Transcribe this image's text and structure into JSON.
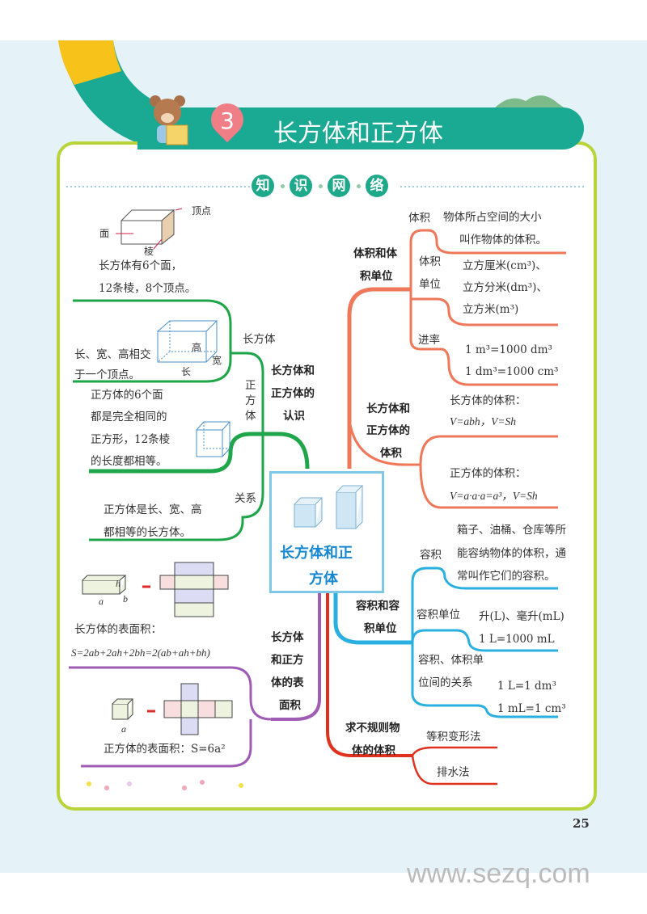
{
  "header": {
    "chapter_number": "3",
    "title": "长方体和正方体"
  },
  "section": {
    "chars": [
      "知",
      "识",
      "网",
      "络"
    ]
  },
  "center": {
    "line1": "长方体和正",
    "line2": "方体"
  },
  "colors": {
    "green": "#1fa64a",
    "orange": "#f0785a",
    "blue": "#2ab0e0",
    "purple": "#a05cb5",
    "red": "#e0301e",
    "teal": "#1aa993",
    "frame": "#b8d43a"
  },
  "recognition": {
    "title": [
      "长方体和",
      "正方体的",
      "认识"
    ],
    "cuboid_label": "长方体",
    "cube_label": [
      "正",
      "方",
      "体"
    ],
    "relation_label": "关系",
    "fig_labels": {
      "vertex": "顶点",
      "face": "面",
      "edge": "棱",
      "length": "长",
      "width": "宽",
      "height": "高"
    },
    "cuboid_facts": [
      "长方体有6个面，",
      "12条棱，8个顶点。"
    ],
    "cuboid_dims": [
      "长、宽、高相交",
      "于一个顶点。"
    ],
    "cube_facts": [
      "正方体的6个面",
      "都是完全相同的",
      "正方形，12条棱",
      "的长度都相等。"
    ],
    "relation": [
      "正方体是长、宽、高",
      "都相等的长方体。"
    ]
  },
  "surface": {
    "title": [
      "长方体",
      "和正方",
      "体的表",
      "面积"
    ],
    "cuboid_vars": {
      "a": "a",
      "b": "b",
      "h": "h"
    },
    "cuboid_label": "长方体的表面积：",
    "cuboid_formula": "S=2ab+2ah+2bh=2(ab+ah+bh)",
    "cube_var": "a",
    "cube_formula": "正方体的表面积：S=6a²"
  },
  "volume_units": {
    "title": [
      "体积和体",
      "积单位"
    ],
    "volume_label": "体积",
    "volume_def": [
      "物体所占空间的大小",
      "叫作物体的体积。"
    ],
    "unit_label": [
      "体积",
      "单位"
    ],
    "units": [
      "立方厘米(cm³)、",
      "立方分米(dm³)、",
      "立方米(m³)"
    ],
    "rate_label": "进率",
    "rates": [
      "1 m³=1000 dm³",
      "1 dm³=1000 cm³"
    ]
  },
  "volume": {
    "title": [
      "长方体和",
      "正方体的",
      "体积"
    ],
    "cuboid": [
      "长方体的体积：",
      "V=abh，V=Sh"
    ],
    "cube": [
      "正方体的体积：",
      "V=a·a·a=a³，V=Sh"
    ]
  },
  "capacity": {
    "title": [
      "容积和容",
      "积单位"
    ],
    "cap_label": "容积",
    "cap_def": [
      "箱子、油桶、仓库等所",
      "能容纳物体的体积，通",
      "常叫作它们的容积。"
    ],
    "unit_label": "容积单位",
    "units": [
      "升(L)、毫升(mL)",
      "1 L=1000 mL"
    ],
    "rel_label": [
      "容积、体积单",
      "位间的关系"
    ],
    "rel": [
      "1 L=1 dm³",
      "1 mL=1 cm³"
    ]
  },
  "irregular": {
    "title": [
      "求不规则物",
      "体的体积"
    ],
    "methods": [
      "等积变形法",
      "排水法"
    ]
  },
  "page_number": "25",
  "watermark": "www.sezq.com"
}
